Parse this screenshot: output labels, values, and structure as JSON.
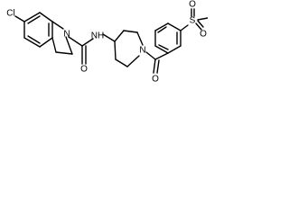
{
  "molecule": {
    "atom_labels": {
      "cl": "Cl",
      "n_indoline": "N",
      "o_carbonyl_urea": "O",
      "nh": "NH",
      "n_piperidine": "N",
      "o_carbonyl_benzoyl": "O",
      "s": "S",
      "o_sulfonyl_top": "O",
      "o_sulfonyl_bottom": "O"
    }
  }
}
